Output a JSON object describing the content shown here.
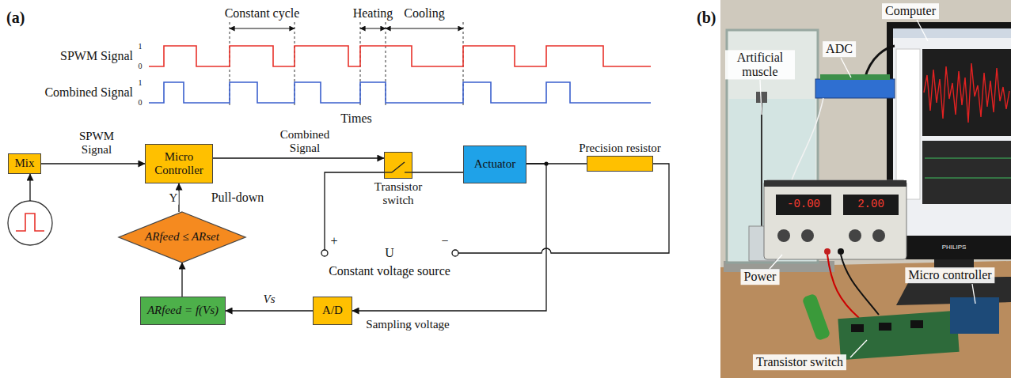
{
  "diagram": {
    "nodes": [
      {
        "text": [
          "Mix"
        ]
      },
      {
        "text": [
          "Micro Controller"
        ]
      },
      {
        "text": [
          "Transistor switch"
        ]
      },
      {
        "text": [
          "Actuator"
        ]
      },
      {
        "text": [
          "Precision resistor"
        ]
      },
      {
        "text": [
          "ARfeed ≤ ARset"
        ]
      },
      {
        "text": [
          "ARfeed = f(Vs)"
        ]
      },
      {
        "text": [
          "A/D"
        ]
      }
    ],
    "edges": [
      {
        "from": 0,
        "to": 1,
        "arrow": "to",
        "label": "SPWM Signal"
      },
      {
        "from": 1,
        "to": 2,
        "arrow": "to",
        "label": "Combined Signal"
      },
      {
        "from": 2,
        "to": 3,
        "arrow": "none"
      },
      {
        "from": 3,
        "to": 4,
        "arrow": "none"
      },
      {
        "from": 5,
        "to": 1,
        "arrow": "to",
        "label": "Y"
      },
      {
        "from": 6,
        "to": 5,
        "arrow": "to"
      },
      {
        "from": 7,
        "to": 6,
        "arrow": "to",
        "label": "Vs"
      },
      {
        "from": 3,
        "to": 7,
        "arrow": "to",
        "label": "Sampling voltage"
      }
    ],
    "labels": [
      "(a)",
      "(b)",
      "Constant cycle",
      "Heating",
      "Cooling",
      "SPWM Signal",
      "1",
      "0",
      "Combined Signal",
      "1",
      "0",
      "Times",
      "Pull-down",
      "+",
      "U",
      "−",
      "Constant voltage source",
      "Computer",
      "ADC",
      "Artificial muscle",
      "Power",
      "Micro controller",
      "Transistor switch",
      "-0.00",
      "2.00",
      "PHILIPS"
    ]
  }
}
